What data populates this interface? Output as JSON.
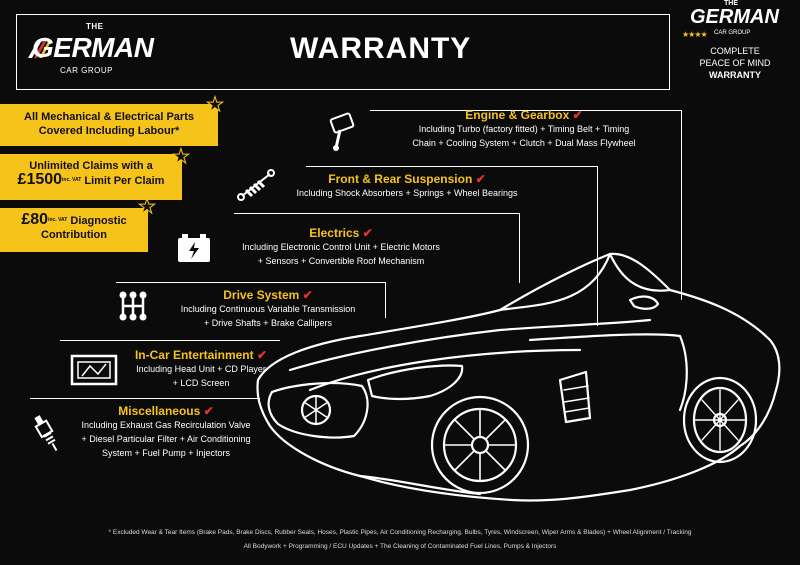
{
  "logo": {
    "the": "THE",
    "german": "GERMAN",
    "group": "CAR GROUP"
  },
  "header": {
    "title": "WARRANTY"
  },
  "badge": {
    "the": "THE",
    "german": "GERMAN",
    "group": "CAR GROUP",
    "line1": "COMPLETE",
    "line2": "PEACE OF MIND",
    "line3": "WARRANTY"
  },
  "highlights": {
    "labour": "All Mechanical & Electrical Parts Covered Including Labour*",
    "claims_line1": "Unlimited Claims with a",
    "claims_amount": "£1500",
    "claims_sup": "inc. VAT",
    "claims_line2": "Limit Per Claim",
    "diag_amount": "£80",
    "diag_sup": "inc. VAT",
    "diag_text": "Diagnostic",
    "diag_line2": "Contribution"
  },
  "sections": {
    "engine": {
      "title": "Engine & Gearbox",
      "line1": "Including Turbo (factory fitted) + Timing Belt + Timing",
      "line2": "Chain + Cooling System + Clutch + Dual Mass Flywheel"
    },
    "suspension": {
      "title": "Front & Rear Suspension",
      "line1": "Including Shock Absorbers + Springs + Wheel Bearings"
    },
    "electrics": {
      "title": "Electrics",
      "line1": "Including Electronic Control Unit + Electric Motors",
      "line2": "+ Sensors + Convertible Roof Mechanism"
    },
    "drive": {
      "title": "Drive System",
      "line1": "Including Continuous Variable Transmission",
      "line2": "+ Drive Shafts + Brake Callipers"
    },
    "ice": {
      "title": "In-Car Entertainment",
      "line1": "Including Head Unit + CD Player",
      "line2": "+ LCD Screen"
    },
    "misc": {
      "title": "Miscellaneous",
      "line1": "Including Exhaust Gas Recirculation Valve",
      "line2": "+ Diesel Particular Filter + Air Conditioning",
      "line3": "System + Fuel Pump + Injectors"
    }
  },
  "tick": "✔",
  "footnote": {
    "line1": "* Excluded Wear & Tear Items (Brake Pads, Brake Discs, Rubber Seals, Hoses, Plastic Pipes, Air Conditioning Recharging, Bulbs, Tyres, Windscreen, Wiper Arms & Blades) + Wheel Alignment / Tracking",
    "line2": "All Bodywork + Programming / ECU Updates + The Cleaning of Contaminated Fuel Lines, Pumps & Injectors"
  },
  "colors": {
    "accent": "#f6c31a",
    "tick": "#e23232",
    "background": "#0b0b0b"
  }
}
